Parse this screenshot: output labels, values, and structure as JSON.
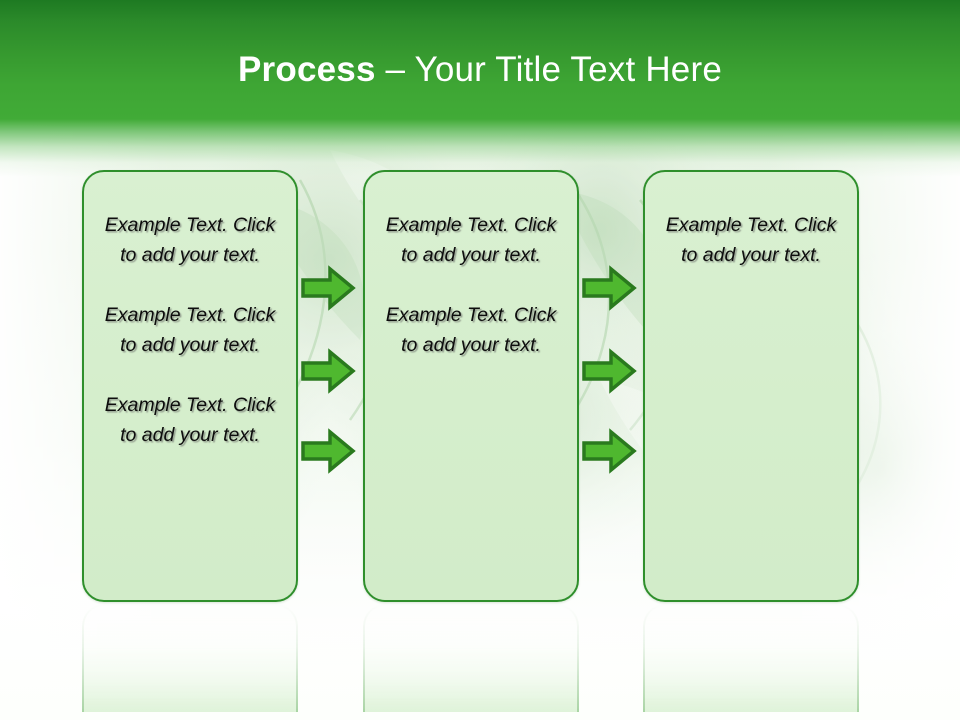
{
  "slide": {
    "title_strong": "Process",
    "title_rest": " – Your Title Text Here",
    "background_name": "faded-leaf-photo"
  },
  "colors": {
    "header_dark": "#1e7a22",
    "header_light": "#41ab37",
    "box_fill": "#d8f0d0",
    "box_border": "#2f8f2c",
    "arrow_fill": "#4fb82f",
    "arrow_outline": "#2a7a1e",
    "title_text": "#ffffff",
    "body_text": "#0d0d0d"
  },
  "columns": [
    {
      "name": "column-1",
      "texts": [
        "Example Text. Click  to add your text.",
        "Example Text. Click  to add your text.",
        "Example Text. Click  to add your text."
      ]
    },
    {
      "name": "column-2",
      "texts": [
        "Example Text. Click  to add your text.",
        "Example Text. Click  to add your text."
      ]
    },
    {
      "name": "column-3",
      "texts": [
        "Example Text. Click  to add your text."
      ]
    }
  ],
  "connectors": [
    {
      "name": "arrow-col1-col2-1",
      "direction": "right"
    },
    {
      "name": "arrow-col1-col2-2",
      "direction": "right"
    },
    {
      "name": "arrow-col1-col2-3",
      "direction": "right"
    },
    {
      "name": "arrow-col2-col3-1",
      "direction": "right"
    },
    {
      "name": "arrow-col2-col3-2",
      "direction": "right"
    },
    {
      "name": "arrow-col2-col3-3",
      "direction": "right"
    }
  ]
}
